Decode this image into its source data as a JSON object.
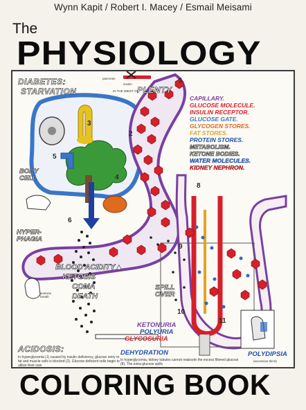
{
  "authors": "Wynn Kapit / Robert I. Macey / Esmail Meisami",
  "title": {
    "the": "The",
    "main": "PHYSIOLOGY",
    "sub": "COLORING BOOK"
  },
  "labels": {
    "diabetes": "DIABETES:",
    "starvation": "STARVATION",
    "plenty": "PLENTY",
    "in_midst_of": "IN THE MIDST OF",
    "body_cell": "BODY\nCELL",
    "hyperphagia": "HYPER-\nPHAGIA",
    "blood_acidity": "BLOOD ACIDITY▲",
    "ketosis": "KETOSIS",
    "coma": "COMA",
    "death": "DEATH",
    "acetone_breath": "acetone\nbreath",
    "acidosis": "ACIDOSIS:",
    "acidosis_text": "In hyperglycemia (1) caused by insulin deficiency, glucose entry to fat and muscle cells is blocked (2). Glucose deficient cells begin to utilize their own",
    "spill_over": "SPILL\nOVER",
    "ketonuria": "KETONURIA",
    "polyuria": "POLYURIA",
    "glycosuria": "GLYCOSURIA",
    "dehydration": "DEHYDRATION",
    "dehydration_text": "In hyperglycemia, kidney tubules cannot reabsorb the excess filtered glucose (8). The extra glucose spills",
    "polydipsia": "POLYDIPSIA",
    "excessive_thirst": "(excessive thirst)",
    "pancreas": "pancreas",
    "insulin": "insulin"
  },
  "legend": [
    {
      "text": "CAPILLARY.",
      "color": "#7a3fa0"
    },
    {
      "text": "GLUCOSE MOLECULE.",
      "color": "#d6202a"
    },
    {
      "text": "INSULIN RECEPTOR.",
      "color": "#d6202a"
    },
    {
      "text": "GLUCOSE GATE.",
      "color": "#3a76c8"
    },
    {
      "text": "GLYCOGEN STORES.",
      "color": "#e06a1e"
    },
    {
      "text": "FAT STORES.",
      "color": "#e8a21e"
    },
    {
      "text": "PROTEIN STORES.",
      "color": "#1f4fb0"
    },
    {
      "text": "METABOLISM.",
      "color": "#ffffff"
    },
    {
      "text": "KETONE BODIES.",
      "color": "#ffffff"
    },
    {
      "text": "WATER MOLECULES.",
      "color": "#2f66c8"
    },
    {
      "text": "KIDNEY NEPHRON.",
      "color": "#d6202a"
    }
  ],
  "numbers": [
    "1",
    "2",
    "3",
    "4",
    "5",
    "6",
    "8",
    "9",
    "10",
    "11"
  ],
  "colors": {
    "capillary": "#7a3fa0",
    "glucose": "#d6202a",
    "cell": "#3a76c8",
    "leaf": "#2f8a2f",
    "orange": "#e06a1e",
    "yellow": "#e8c21e"
  }
}
